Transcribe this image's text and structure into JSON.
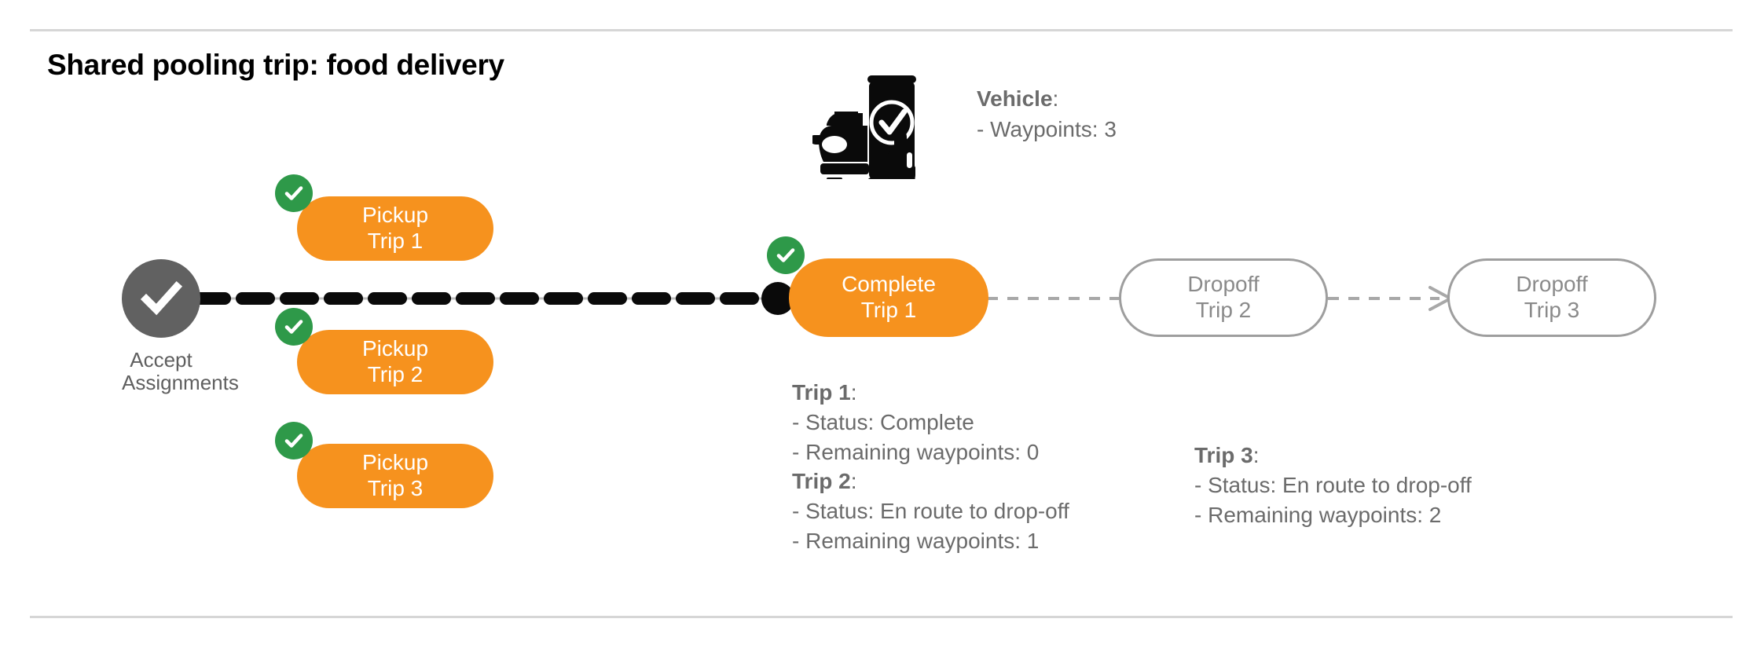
{
  "title": "Shared pooling trip: food delivery",
  "accept_node": {
    "icon": "check-circle-icon",
    "label_line1": "Accept",
    "label_line2": "Assignments"
  },
  "vehicle": {
    "icon": "vehicle-phone-check-icon",
    "heading": "Vehicle",
    "heading_colon": ":",
    "waypoints_line": "- Waypoints: 3"
  },
  "pickups": [
    {
      "line1": "Pickup",
      "line2": "Trip 1",
      "badge": "check-badge-icon",
      "state": "complete"
    },
    {
      "line1": "Pickup",
      "line2": "Trip 2",
      "badge": "check-badge-icon",
      "state": "complete"
    },
    {
      "line1": "Pickup",
      "line2": "Trip 3",
      "badge": "check-badge-icon",
      "state": "complete"
    }
  ],
  "complete_node": {
    "line1": "Complete",
    "line2": "Trip 1",
    "badge": "check-badge-icon"
  },
  "dropoffs": [
    {
      "line1": "Dropoff",
      "line2": "Trip 2"
    },
    {
      "line1": "Dropoff",
      "line2": "Trip 3"
    }
  ],
  "trip_info": {
    "trip1": {
      "heading": "Trip 1",
      "heading_colon": ":",
      "status": "- Status:  Complete",
      "remaining": "- Remaining waypoints: 0"
    },
    "trip2": {
      "heading": "Trip 2",
      "heading_colon": ":",
      "status": "- Status:  En route to drop-off",
      "remaining": "- Remaining waypoints: 1"
    },
    "trip3": {
      "heading": "Trip 3",
      "heading_colon": ":",
      "status": "- Status:  En route to drop-off",
      "remaining": "- Remaining waypoints: 2"
    }
  },
  "colors": {
    "orange": "#F6921E",
    "green": "#2E9949",
    "gray_node": "#616161",
    "gray_text": "#6b6b6b",
    "gray_outline": "#9e9e9e",
    "rule": "#d6d6d6",
    "black": "#000000"
  }
}
